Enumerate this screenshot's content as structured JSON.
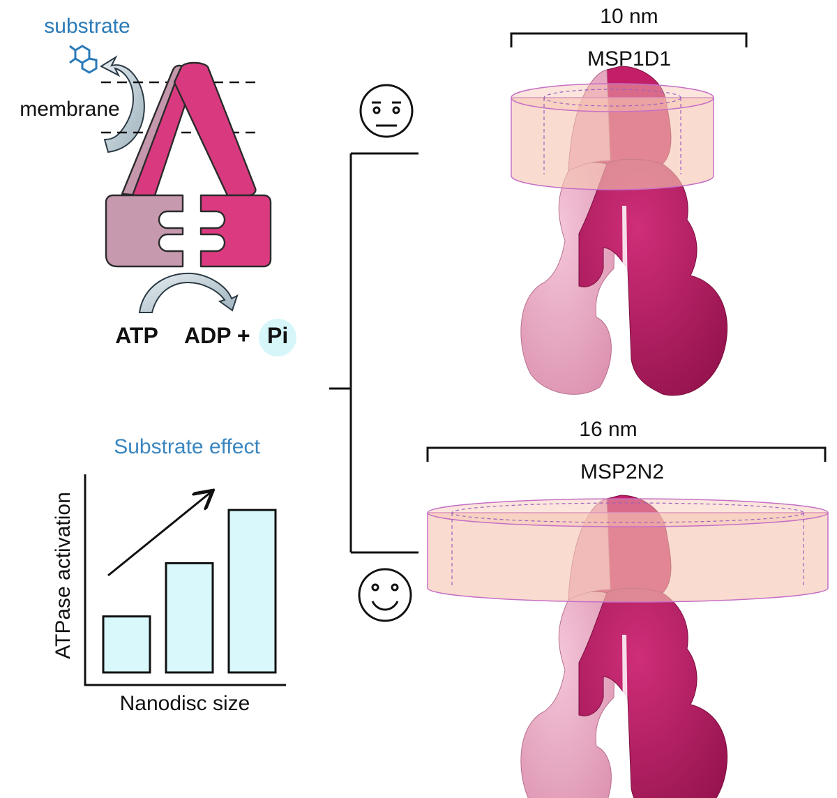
{
  "schematic": {
    "substrate_label": "substrate",
    "membrane_label": "membrane",
    "atp_label": "ATP",
    "products_label_prefix": "ADP + ",
    "pi_label": "Pi"
  },
  "inset_chart": {
    "title": "Substrate effect",
    "ylabel": "ATPase activation",
    "xlabel": "Nanodisc size"
  },
  "chart_data": {
    "type": "bar",
    "title": "Substrate effect",
    "xlabel": "Nanodisc size",
    "ylabel": "ATPase activation",
    "categories": [
      "",
      "",
      ""
    ],
    "values": [
      1.0,
      1.95,
      2.9
    ],
    "ylim": [
      0,
      3.3
    ],
    "grid": false,
    "trend_arrow": "increasing"
  },
  "nanodiscs": [
    {
      "scale_label": "10 nm",
      "name": "MSP1D1",
      "face": "neutral-face-icon"
    },
    {
      "scale_label": "16 nm",
      "name": "MSP2N2",
      "face": "smiling-face-icon"
    }
  ],
  "colors": {
    "text_black": "#111111",
    "substrate_blue": "#2a7ab8",
    "chart_title_blue": "#3a86c0",
    "tmd_light": "#c497ac",
    "tmd_dark": "#d93a7f",
    "nbd_light": "#c699ae",
    "nbd_dark": "#dc3a80",
    "bar_fill": "#d8f8fb",
    "pi_highlight": "#d6f6fa",
    "protein_dark": "#b0195e",
    "protein_light": "#e9a9c4",
    "nanodisc_fill": "#f6c6b2",
    "nanodisc_edge": "#c66fc6"
  }
}
